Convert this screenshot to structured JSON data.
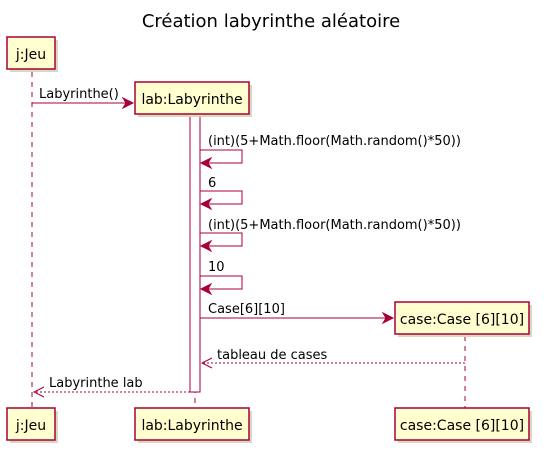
{
  "title": "Création labyrinthe aléatoire",
  "participants": {
    "jeu": "j:Jeu",
    "lab": "lab:Labyrinthe",
    "case": "case:Case [6][10]"
  },
  "messages": [
    {
      "from": "jeu",
      "to": "lab",
      "label": "Labyrinthe()",
      "kind": "create"
    },
    {
      "from": "lab",
      "to": "lab",
      "label": "(int)(5+Math.floor(Math.random()*50))",
      "kind": "self"
    },
    {
      "from": "lab",
      "to": "lab",
      "label": "6",
      "kind": "self"
    },
    {
      "from": "lab",
      "to": "lab",
      "label": "(int)(5+Math.floor(Math.random()*50))",
      "kind": "self"
    },
    {
      "from": "lab",
      "to": "lab",
      "label": "10",
      "kind": "self"
    },
    {
      "from": "lab",
      "to": "case",
      "label": "Case[6][10]",
      "kind": "create"
    },
    {
      "from": "case",
      "to": "lab",
      "label": "tableau de cases",
      "kind": "return"
    },
    {
      "from": "lab",
      "to": "jeu",
      "label": "Labyrinthe lab",
      "kind": "return"
    }
  ],
  "colors": {
    "border": "#A80036",
    "fill": "#FEFECE",
    "shadow": "#D8D8C0"
  }
}
